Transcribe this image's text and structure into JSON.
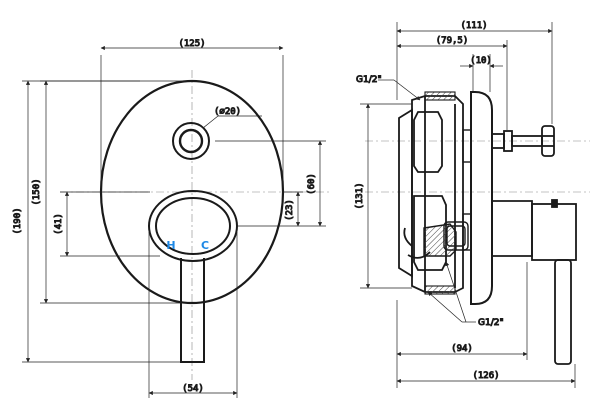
{
  "front_view": {
    "dims": {
      "width_125": "(125)",
      "diameter_20": "(∅20)",
      "height_150": "(150)",
      "height_190": "(190)",
      "offset_60": "(60)",
      "offset_23": "(23)",
      "offset_41": "(41)",
      "lever_54": "(54)"
    },
    "hot_label": "H",
    "cold_label": "C"
  },
  "side_view": {
    "dims": {
      "depth_111": "(111)",
      "depth_79_5": "(79,5)",
      "depth_10": "(10)",
      "height_131": "(131)",
      "depth_94": "(94)",
      "depth_126": "(126)"
    },
    "thread_top": "G1/2\"",
    "thread_bottom": "G1/2\""
  },
  "colors": {
    "line": "#1a1a1a",
    "hot": "#1e88e5",
    "cold": "#1e88e5"
  }
}
